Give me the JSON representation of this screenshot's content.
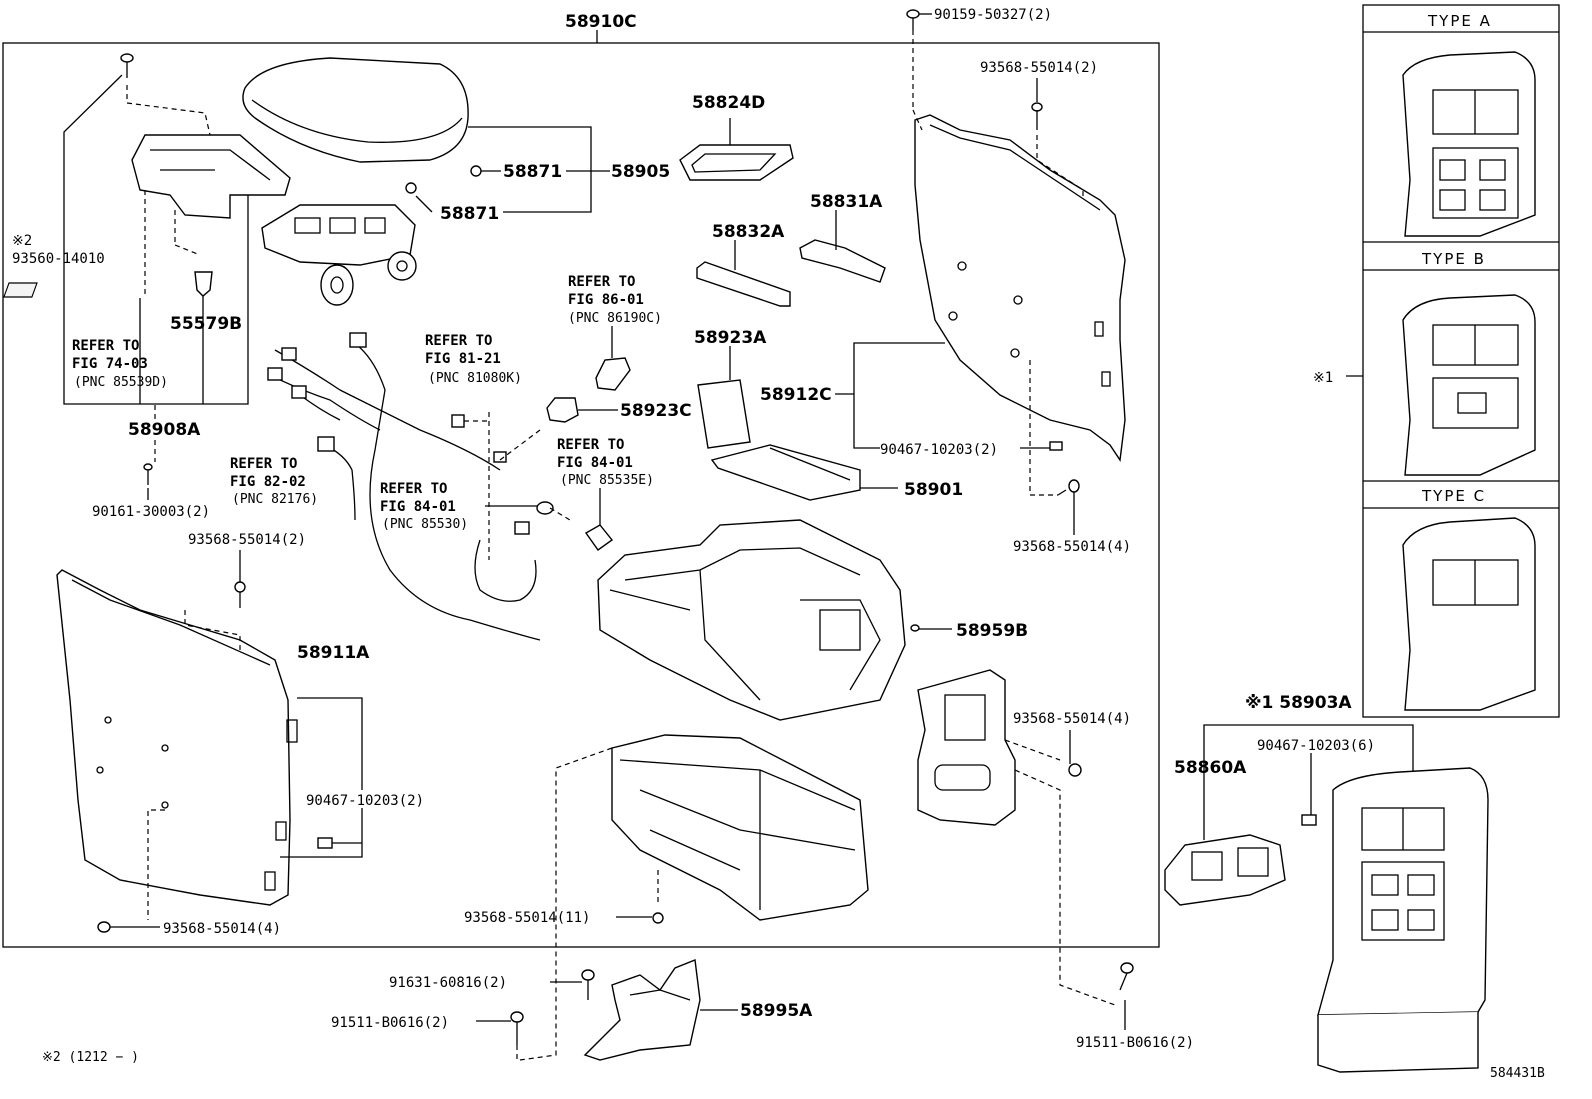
{
  "labels": {
    "p58910C": "58910C",
    "p90159": "90159-50327(2)",
    "p93568_top": "93568-55014(2)",
    "p58824D": "58824D",
    "p58871a": "58871",
    "p58871b": "58871",
    "p58905": "58905",
    "p58831A": "58831A",
    "p58832A": "58832A",
    "mark2": "※2",
    "p93560": "93560-14010",
    "p55579B": "55579B",
    "p58908A": "58908A",
    "p90161": "90161-30003(2)",
    "p58923A": "58923A",
    "p58912C": "58912C",
    "p58923C": "58923C",
    "p90467_mid": "90467-10203(2)",
    "p58901": "58901",
    "p93568_right": "93568-55014(4)",
    "p93568_left": "93568-55014(2)",
    "p58959B": "58959B",
    "p58911A": "58911A",
    "p93568_frame": "93568-55014(4)",
    "p90467_left": "90467-10203(2)",
    "p93568_bottomleft": "93568-55014(4)",
    "p93568_11": "93568-55014(11)",
    "p91631": "91631-60816(2)",
    "p58995A": "58995A",
    "p91511_left": "91511-B0616(2)",
    "p91511_right": "91511-B0616(2)",
    "mark2_note": "※2 (1212 −    )",
    "p58903A": "※1 58903A",
    "p90467_6": "90467-10203(6)",
    "p58860A": "58860A",
    "mark1": "※1",
    "fig_code": "584431B"
  },
  "refs": [
    {
      "line1": "REFER TO",
      "line2": "FIG 86-01",
      "line3": "(PNC 86190C)"
    },
    {
      "line1": "REFER TO",
      "line2": "FIG 81-21",
      "line3": "(PNC 81080K)"
    },
    {
      "line1": "REFER TO",
      "line2": "FIG 84-01",
      "line3": "(PNC 85535E)"
    },
    {
      "line1": "REFER TO",
      "line2": "FIG 82-02",
      "line3": "(PNC 82176)"
    },
    {
      "line1": "REFER TO",
      "line2": "FIG 84-01",
      "line3": "(PNC 85530)"
    },
    {
      "line1": "REFER TO",
      "line2": "FIG 74-03",
      "line3": "(PNC 85539D)"
    }
  ],
  "types": [
    "TYPE  A",
    "TYPE  B",
    "TYPE  C"
  ]
}
